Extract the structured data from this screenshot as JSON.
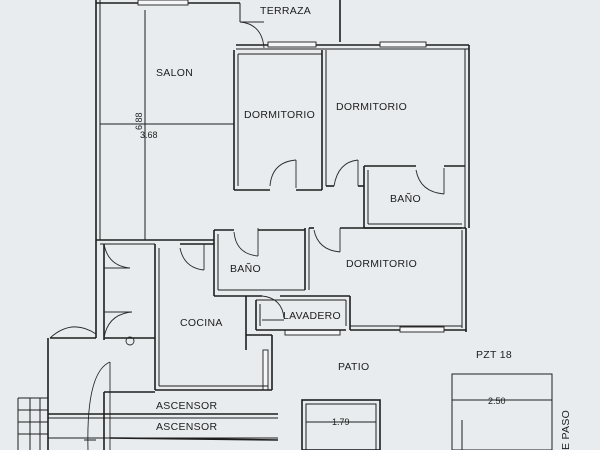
{
  "rooms": {
    "terraza": "TERRAZA",
    "salon": "SALON",
    "dormitorio_1": "DORMITORIO",
    "dormitorio_2": "DORMITORIO",
    "bano_1": "BAÑO",
    "bano_2": "BAÑO",
    "dormitorio_3": "DORMITORIO",
    "cocina": "COCINA",
    "lavadero": "LAVADERO",
    "patio": "PATIO",
    "ascensor_1": "ASCENSOR",
    "ascensor_2": "ASCENSOR",
    "pzt": "PZT 18",
    "paso_partial": "E PASO"
  },
  "dimensions": {
    "salon_height": "6.88",
    "salon_width": "3.68",
    "shaft_width": "1.79",
    "pzt_width": "2.50"
  }
}
